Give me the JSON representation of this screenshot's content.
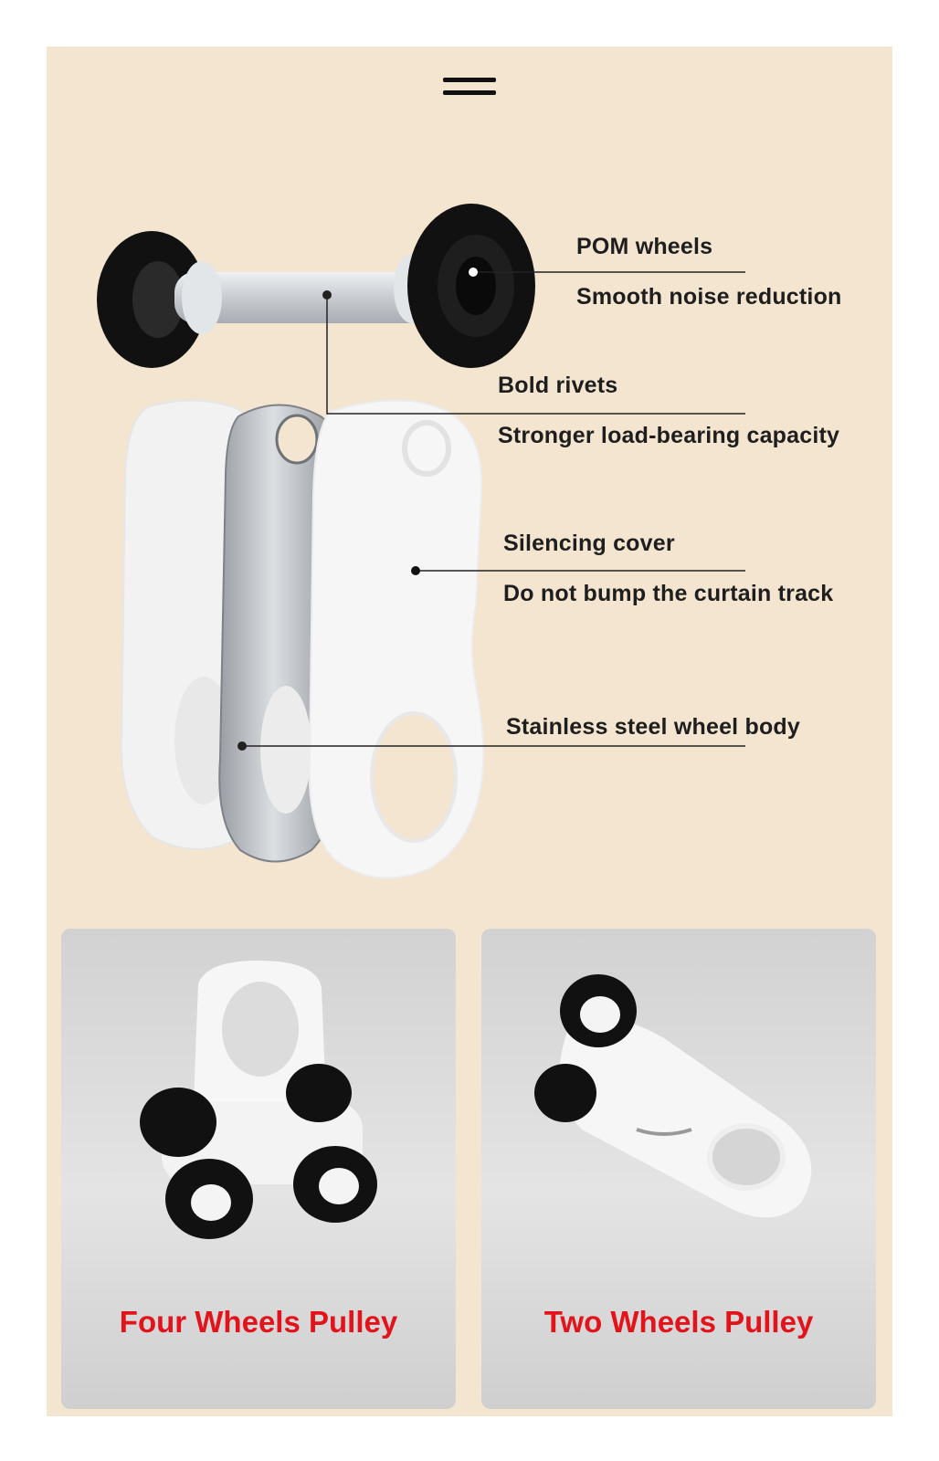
{
  "callouts": {
    "pom_title": "POM wheels",
    "pom_desc": "Smooth noise reduction",
    "rivet_title": "Bold rivets",
    "rivet_desc": "Stronger load-bearing capacity",
    "cover_title": "Silencing cover",
    "cover_desc": "Do not bump the curtain track",
    "body_title": "Stainless steel wheel body"
  },
  "products": [
    {
      "label": "Four Wheels Pulley"
    },
    {
      "label": "Two Wheels Pulley"
    }
  ],
  "colors": {
    "background": "#f3e5d0",
    "label_red": "#e3131b",
    "wheel_black": "#111111",
    "plastic_white": "#f4f4f4"
  },
  "icons": [
    "menu-icon"
  ]
}
